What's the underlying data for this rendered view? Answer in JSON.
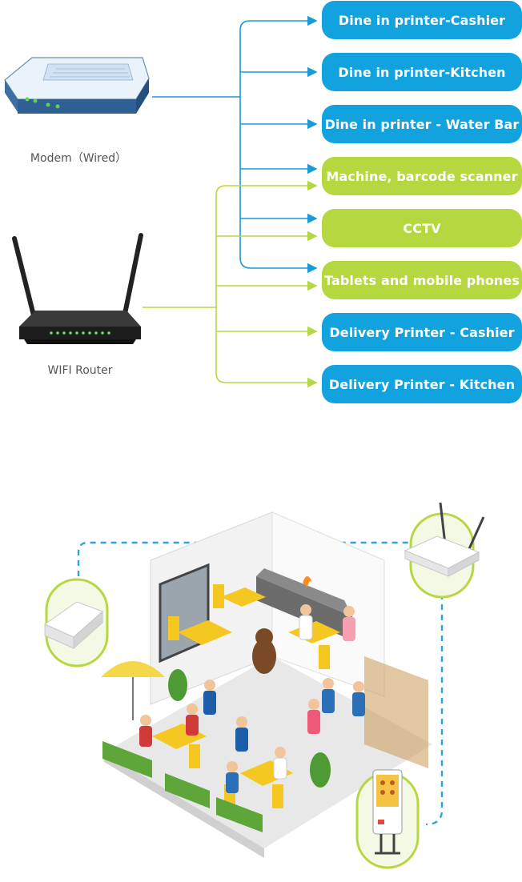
{
  "devices": {
    "modem_label": "Modem（Wired）",
    "router_label": "WIFI Router"
  },
  "targets": [
    {
      "label": "Dine in printer-Cashier",
      "color": "#12a3df",
      "sources": [
        "modem"
      ]
    },
    {
      "label": "Dine in printer-Kitchen",
      "color": "#12a3df",
      "sources": [
        "modem"
      ]
    },
    {
      "label": "Dine in printer - Water Bar",
      "color": "#12a3df",
      "sources": [
        "modem"
      ]
    },
    {
      "label": "Machine, barcode scanner",
      "color": "#b5d841",
      "sources": [
        "modem",
        "router"
      ]
    },
    {
      "label": "CCTV",
      "color": "#b5d841",
      "sources": [
        "modem",
        "router"
      ]
    },
    {
      "label": "Tablets and mobile phones",
      "color": "#b5d841",
      "sources": [
        "modem",
        "router"
      ]
    },
    {
      "label": "Delivery Printer - Cashier",
      "color": "#12a3df",
      "sources": [
        "router"
      ]
    },
    {
      "label": "Delivery Printer - Kitchen",
      "color": "#12a3df",
      "sources": [
        "router"
      ]
    }
  ],
  "colors": {
    "wired_line": "#1a9ad6",
    "wifi_line": "#b5d841",
    "dashed_line": "#2aa6dc"
  },
  "illustration": {
    "icons": [
      "modem-icon",
      "wifi-router-icon",
      "restaurant-illustration-icon",
      "self-service-kiosk-icon"
    ]
  }
}
